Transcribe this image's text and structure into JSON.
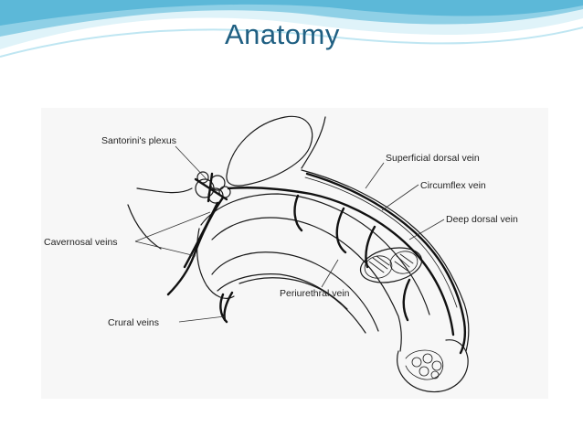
{
  "slide": {
    "title": "Anatomy",
    "accent_color": "#1f5f82",
    "wave_colors": [
      "#bfe6f2",
      "#8fd0e6",
      "#5cb8d8",
      "#dff3f9"
    ]
  },
  "diagram": {
    "labels": {
      "santorini": "Santorini's plexus",
      "superficial_dorsal": "Superficial dorsal vein",
      "circumflex": "Circumflex vein",
      "deep_dorsal": "Deep dorsal vein",
      "cavernosal": "Cavernosal veins",
      "periurethral": "Periurethral vein",
      "crural": "Crural veins"
    }
  }
}
